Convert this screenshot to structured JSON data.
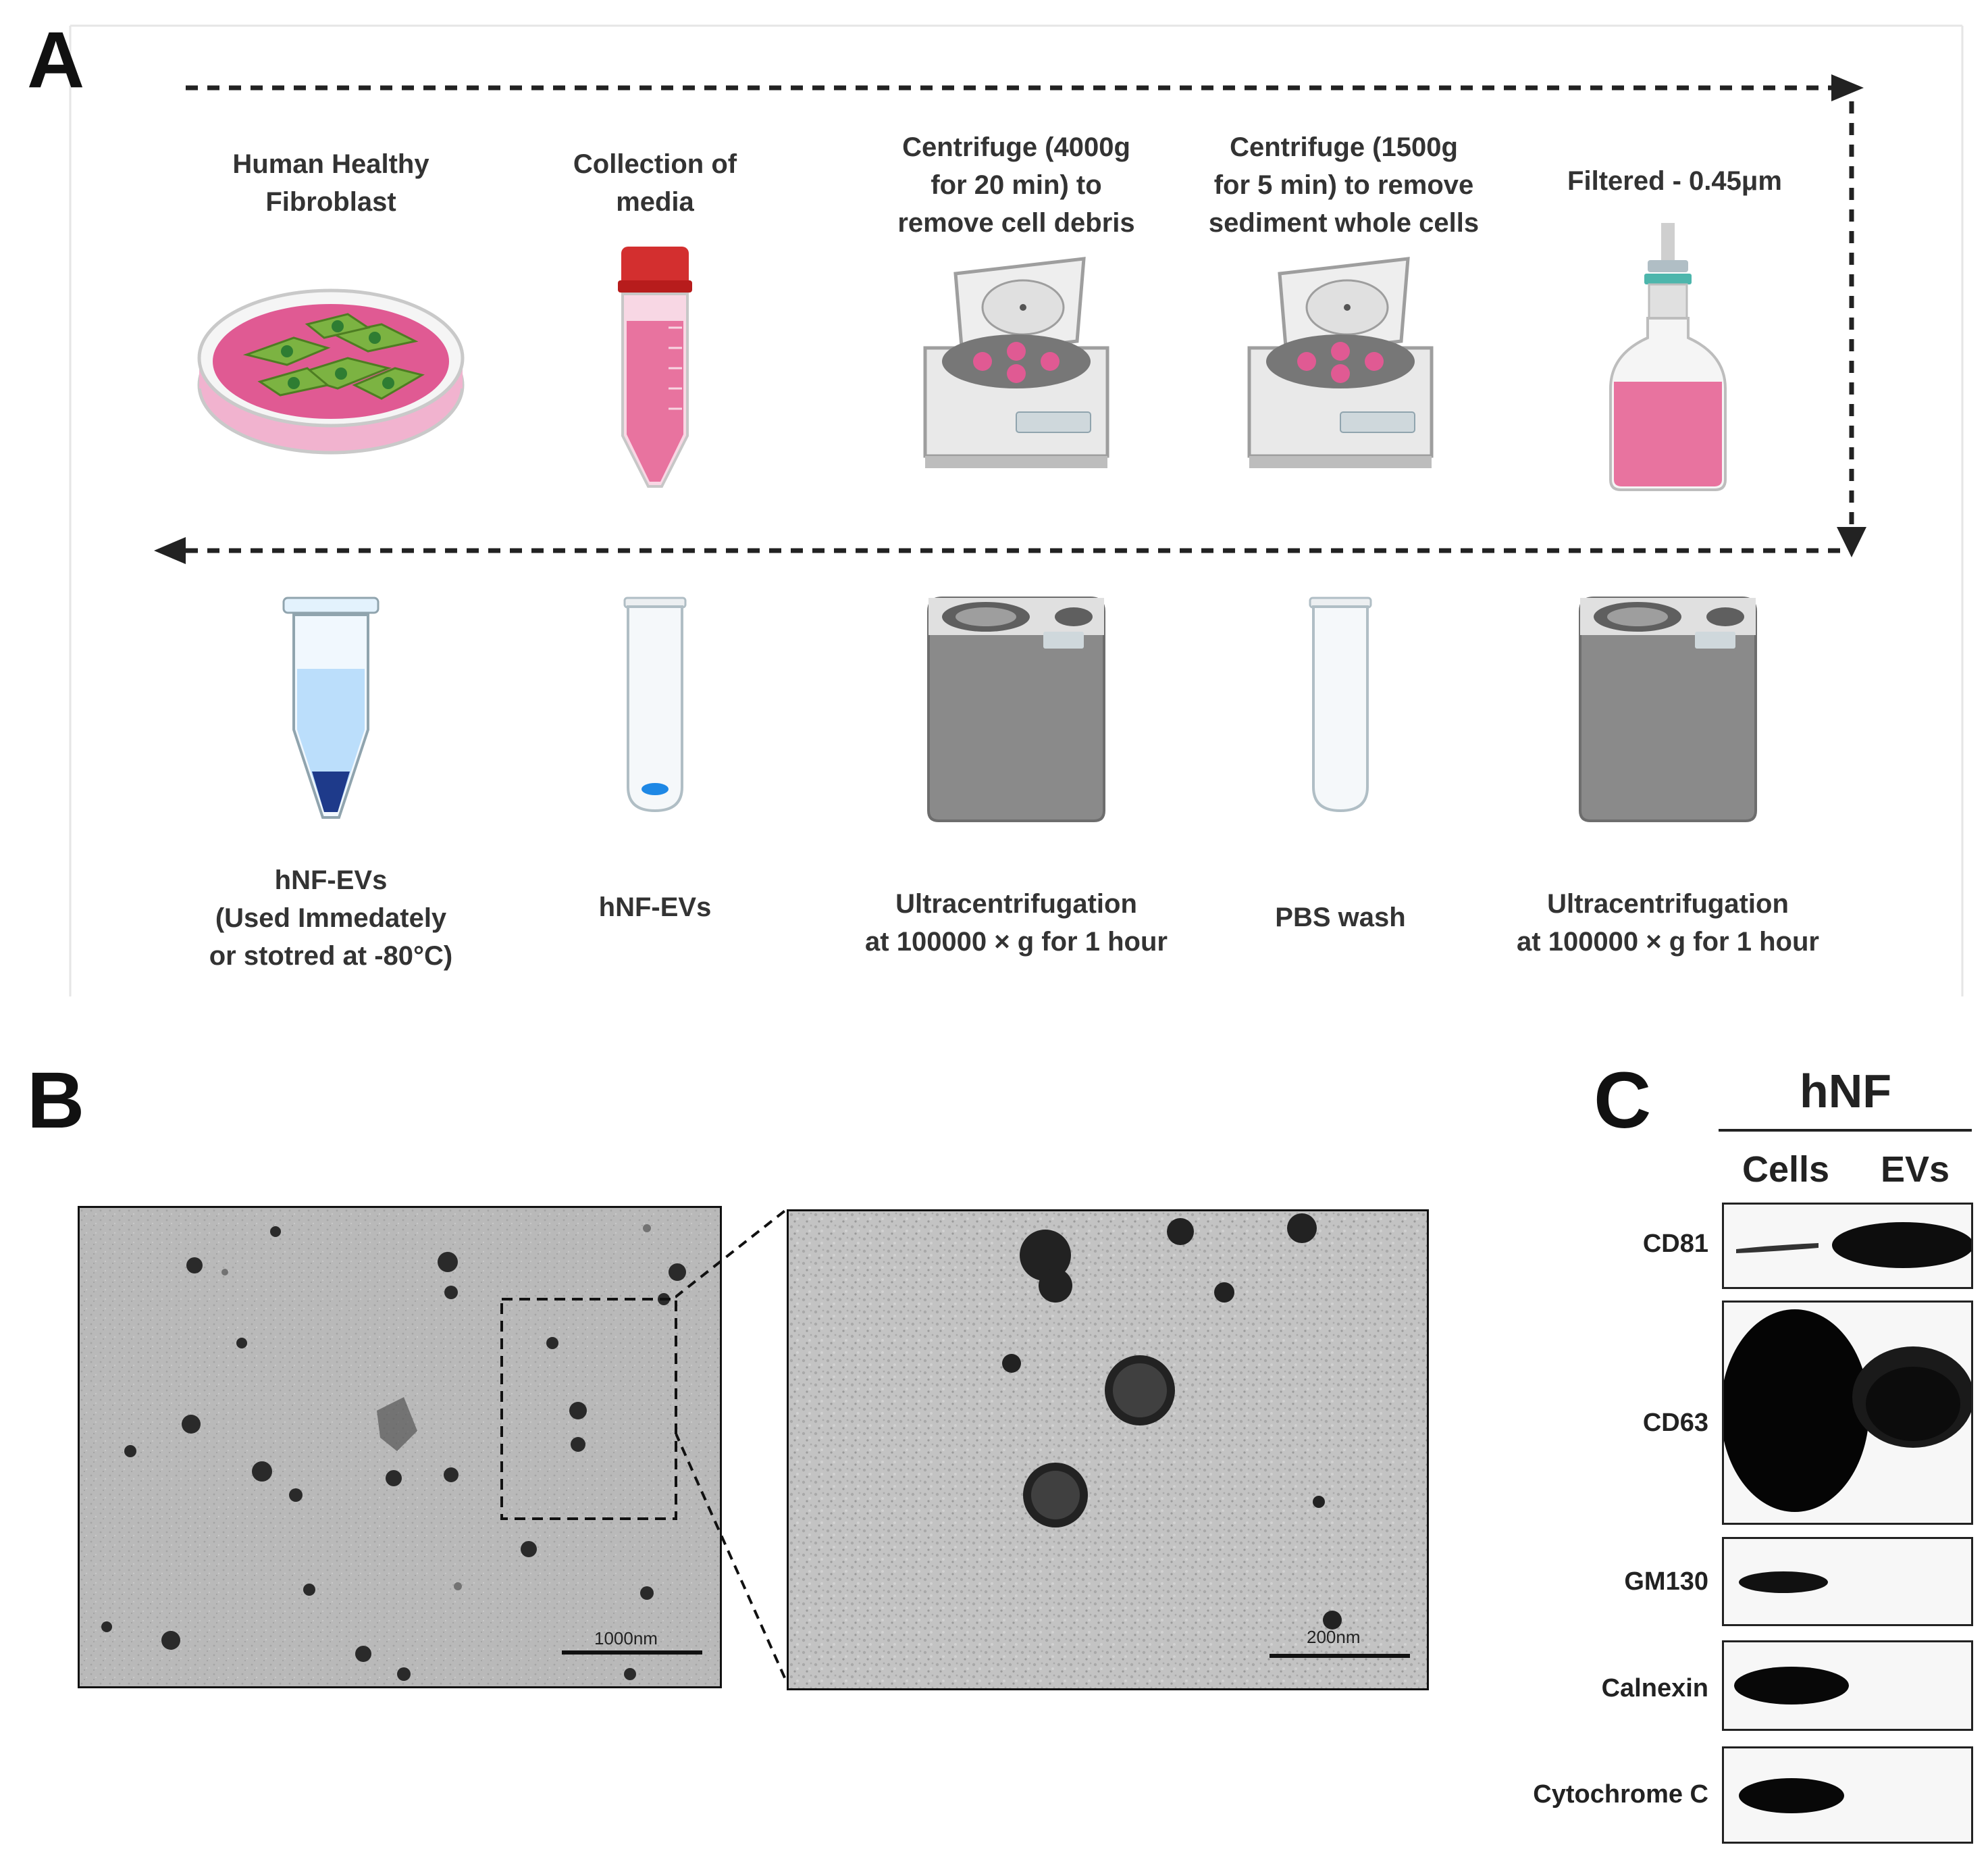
{
  "panels": {
    "a": "A",
    "b": "B",
    "c": "C"
  },
  "workflow": {
    "top_row": [
      {
        "label": "Human Healthy\nFibroblast",
        "icon": "petri-dish-icon"
      },
      {
        "label": "Collection of\nmedia",
        "icon": "conical-tube-icon"
      },
      {
        "label": "Centrifuge (4000g\nfor 20 min) to\nremove cell debris",
        "icon": "benchtop-centrifuge-icon"
      },
      {
        "label": "Centrifuge (1500g\nfor 5 min) to remove\nsediment whole cells",
        "icon": "benchtop-centrifuge-icon"
      },
      {
        "label": "Filtered - 0.45μm",
        "icon": "filter-bottle-icon"
      }
    ],
    "bottom_row": [
      {
        "label": "hNF-EVs\n(Used Immedately\nor stotred at -80°C)",
        "icon": "microtube-icon"
      },
      {
        "label": "hNF-EVs",
        "icon": "pellet-tube-icon"
      },
      {
        "label": "Ultracentrifugation\nat 100000 × g for 1 hour",
        "icon": "ultracentrifuge-icon"
      },
      {
        "label": "PBS wash",
        "icon": "empty-tube-icon"
      },
      {
        "label": "Ultracentrifugation\nat 100000 × g for 1 hour",
        "icon": "ultracentrifuge-icon"
      }
    ]
  },
  "tem": {
    "scale_left": "1000nm",
    "scale_right": "200nm"
  },
  "western_blot": {
    "group": "hNF",
    "columns": [
      "Cells",
      "EVs"
    ],
    "rows": [
      {
        "marker": "CD81"
      },
      {
        "marker": "CD63"
      },
      {
        "marker": "GM130"
      },
      {
        "marker": "Calnexin"
      },
      {
        "marker": "Cytochrome C"
      }
    ]
  },
  "colors": {
    "medium_pink": "#e05a93",
    "cell_green": "#7cb342",
    "device_grey": "#8a8a8a",
    "lid_red": "#d32f2f"
  }
}
